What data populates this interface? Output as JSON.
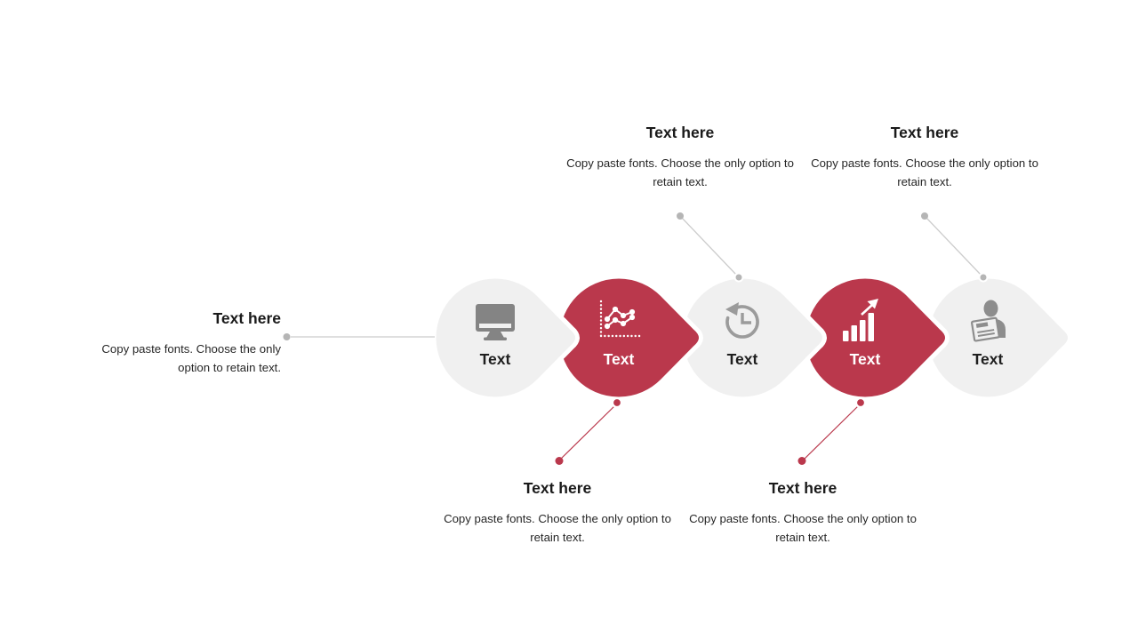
{
  "colors": {
    "accent_red": "#ba384c",
    "shape_gray": "#f0f0f0",
    "icon_gray": "#848484",
    "icon_gray_light": "#9b9b9b",
    "connector_gray": "#cccccc",
    "dot_gray": "#b5b5b5",
    "heading_text": "#1a1a1a",
    "body_text": "#262626",
    "background": "#ffffff"
  },
  "steps": [
    {
      "label": "Text",
      "icon": "monitor-icon",
      "variant": "gray"
    },
    {
      "label": "Text",
      "icon": "line-chart-icon",
      "variant": "red"
    },
    {
      "label": "Text",
      "icon": "history-clock-icon",
      "variant": "gray"
    },
    {
      "label": "Text",
      "icon": "bar-chart-growth-icon",
      "variant": "red"
    },
    {
      "label": "Text",
      "icon": "person-news-icon",
      "variant": "gray"
    }
  ],
  "callouts": {
    "left": {
      "title": "Text here",
      "body": "Copy paste fonts. Choose the only option to retain text."
    },
    "top_center": {
      "title": "Text here",
      "body": "Copy paste fonts. Choose the only option to retain text."
    },
    "top_right": {
      "title": "Text here",
      "body": "Copy paste fonts. Choose the only option to retain text."
    },
    "bottom_left": {
      "title": "Text here",
      "body": "Copy paste fonts. Choose the only option to retain text."
    },
    "bottom_center": {
      "title": "Text here",
      "body": "Copy paste fonts. Choose the only option to retain text."
    }
  }
}
